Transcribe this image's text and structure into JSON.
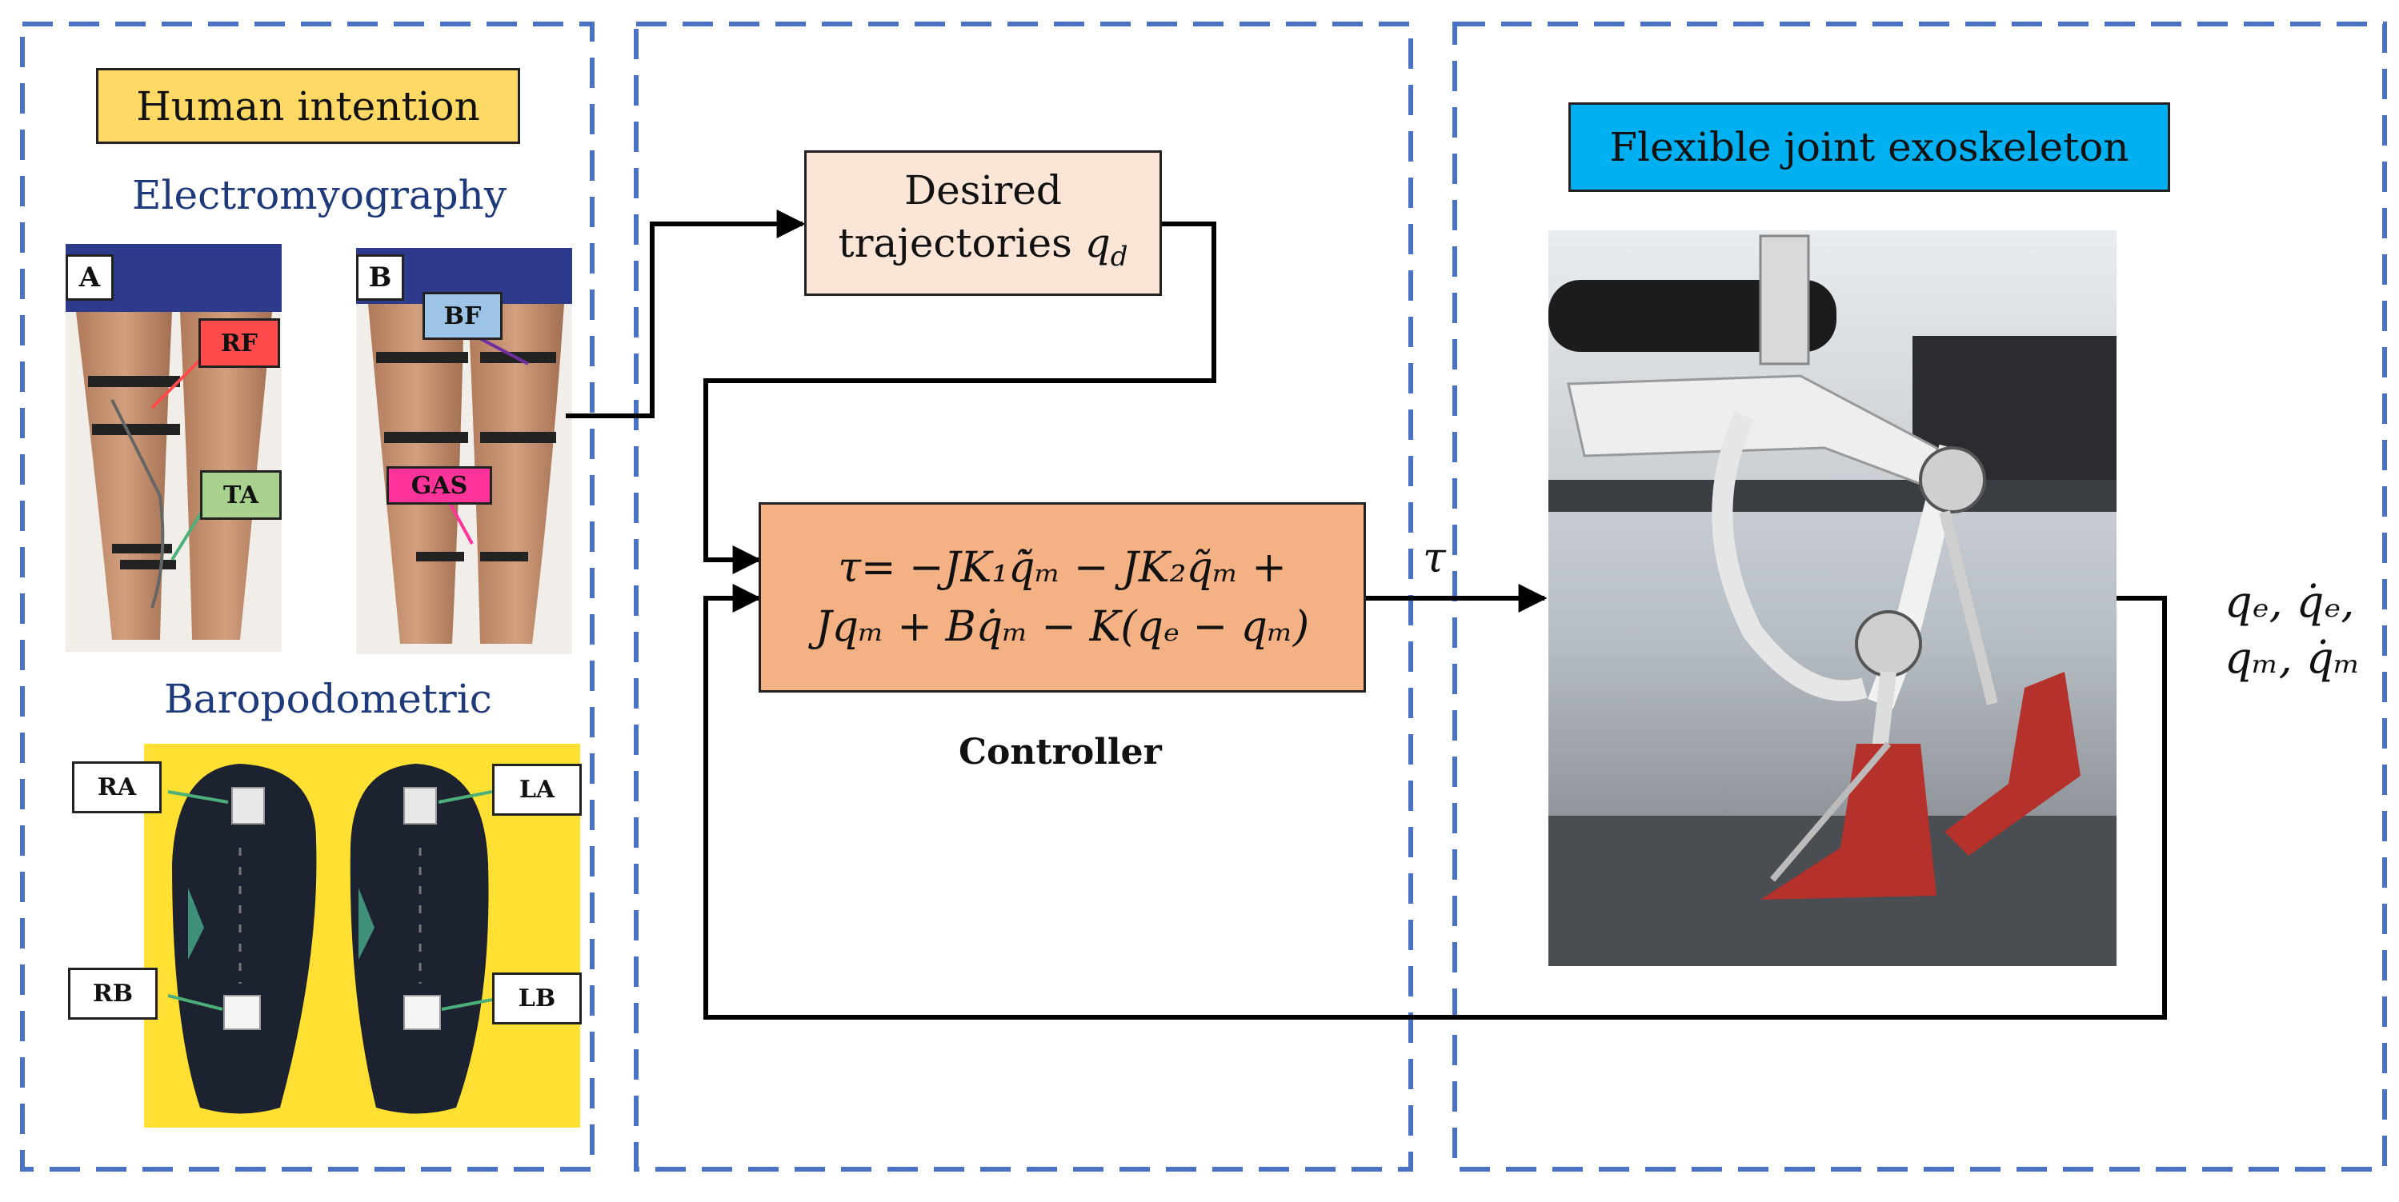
{
  "intention": {
    "title": "Human intention",
    "emg_heading": "Electromyography",
    "panel_a": "A",
    "panel_b": "B",
    "muscles": {
      "rf": "RF",
      "ta": "TA",
      "bf": "BF",
      "gas": "GAS"
    },
    "baro_heading": "Baropodometric",
    "sensors": {
      "ra": "RA",
      "la": "LA",
      "rb": "RB",
      "lb": "LB"
    }
  },
  "controller": {
    "desired_line1": "Desired",
    "desired_line2": "trajectories",
    "desired_symbol": "q_d",
    "equation_line1": "τ= −JK₁q̃̇ₘ − JK₂q̃ₘ +",
    "equation_line2": "Jqₘ + Bq̇ₘ − K(qₑ − qₘ)",
    "label": "Controller",
    "torque_symbol": "τ"
  },
  "exo": {
    "title": "Flexible joint exoskeleton",
    "state_line1": "qₑ, q̇ₑ,",
    "state_line2": "qₘ, q̇ₘ"
  },
  "colors": {
    "dashed_border": "#4a72c4",
    "intention_fill": "#ffd966",
    "desired_fill": "#fbe5d6",
    "equation_fill": "#f4b183",
    "exo_fill": "#00b0f0",
    "rf": "#ff4b4b",
    "ta": "#a9d18e",
    "bf": "#9dc3e6",
    "gas": "#ff3399",
    "insole_bg": "#ffe033"
  }
}
